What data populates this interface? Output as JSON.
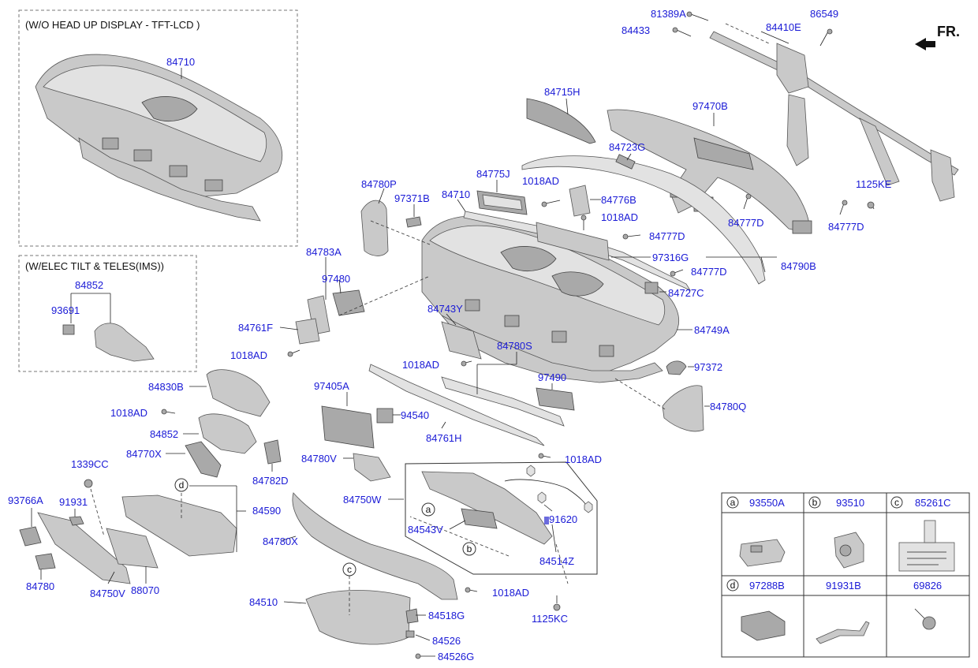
{
  "front_indicator": "FR.",
  "boxes": {
    "hud": "(W/O HEAD UP DISPLAY - TFT-LCD )",
    "tilt": "(W/ELEC TILT & TELES(IMS))"
  },
  "labels": {
    "l81389A": "81389A",
    "l84433": "84433",
    "l86549": "86549",
    "l84410E": "84410E",
    "l84715H": "84715H",
    "l97470B": "97470B",
    "l84723G": "84723G",
    "l1125KE": "1125KE",
    "l84710a": "84710",
    "l84780P": "84780P",
    "l97371B": "97371B",
    "l84710b": "84710",
    "l84775J": "84775J",
    "l1018AD1": "1018AD",
    "l84776B": "84776B",
    "l1018AD2": "1018AD",
    "l84777D1": "84777D",
    "l84777D2": "84777D",
    "l84777D3": "84777D",
    "l97316G": "97316G",
    "l84790B": "84790B",
    "l84777D4": "84777D",
    "l84727C": "84727C",
    "l84852a": "84852",
    "l93691": "93691",
    "l84783A": "84783A",
    "l97480": "97480",
    "l84743Y": "84743Y",
    "l84761F": "84761F",
    "l84749A": "84749A",
    "l1018AD3": "1018AD",
    "l84780S": "84780S",
    "l1018AD4": "1018AD",
    "l97372": "97372",
    "l97490": "97490",
    "l84830B": "84830B",
    "l97405A": "97405A",
    "l84780Q": "84780Q",
    "l1018AD5": "1018AD",
    "l94540": "94540",
    "l84852b": "84852",
    "l84761H": "84761H",
    "l84770X": "84770X",
    "l1018AD6": "1018AD",
    "l1339CC": "1339CC",
    "l84780V": "84780V",
    "l84782D": "84782D",
    "l93766A": "93766A",
    "l91931": "91931",
    "l84590": "84590",
    "l84750W": "84750W",
    "l91620": "91620",
    "l84543V": "84543V",
    "l84780X": "84780X",
    "l84514Z": "84514Z",
    "l84780": "84780",
    "l84750V": "84750V",
    "l88070": "88070",
    "l1018AD7": "1018AD",
    "l84510": "84510",
    "l1125KC": "1125KC",
    "l84518G": "84518G",
    "l84526": "84526",
    "l84526G": "84526G"
  },
  "callouts": {
    "a": "a",
    "b": "b",
    "c": "c",
    "d": "d"
  },
  "legend_table": {
    "row1": [
      {
        "key": "a",
        "part": "93550A"
      },
      {
        "key": "b",
        "part": "93510"
      },
      {
        "key": "c",
        "part": "85261C"
      }
    ],
    "row2": [
      {
        "key": "d",
        "part": "97288B"
      },
      {
        "key": "",
        "part": "91931B"
      },
      {
        "key": "",
        "part": "69826"
      }
    ]
  },
  "colors": {
    "label_blue": "#1a1ad6",
    "part_gray": "#c9c9c9"
  }
}
